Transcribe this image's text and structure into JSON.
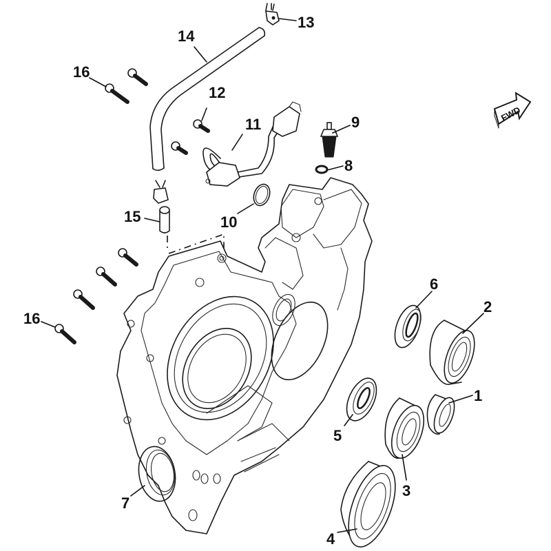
{
  "diagram": {
    "title": "Crankcase cover exploded view",
    "direction_indicator": "FWD",
    "callouts": [
      {
        "id": "1",
        "label": "1",
        "part": "bearing"
      },
      {
        "id": "2",
        "label": "2",
        "part": "bearing"
      },
      {
        "id": "3",
        "label": "3",
        "part": "bearing"
      },
      {
        "id": "4",
        "label": "4",
        "part": "bearing"
      },
      {
        "id": "5",
        "label": "5",
        "part": "oil-seal"
      },
      {
        "id": "6",
        "label": "6",
        "part": "oil-seal"
      },
      {
        "id": "7",
        "label": "7",
        "part": "oil-seal"
      },
      {
        "id": "8",
        "label": "8",
        "part": "washer"
      },
      {
        "id": "9",
        "label": "9",
        "part": "sensor-switch"
      },
      {
        "id": "10",
        "label": "10",
        "part": "o-ring"
      },
      {
        "id": "11",
        "label": "11",
        "part": "sensor-with-harness"
      },
      {
        "id": "12",
        "label": "12",
        "part": "bolt"
      },
      {
        "id": "13",
        "label": "13",
        "part": "hose-clamp"
      },
      {
        "id": "14",
        "label": "14",
        "part": "breather-hose"
      },
      {
        "id": "15",
        "label": "15",
        "part": "dowel-pin"
      },
      {
        "id": "16a",
        "label": "16",
        "part": "bolt"
      },
      {
        "id": "16b",
        "label": "16",
        "part": "bolt"
      }
    ]
  }
}
